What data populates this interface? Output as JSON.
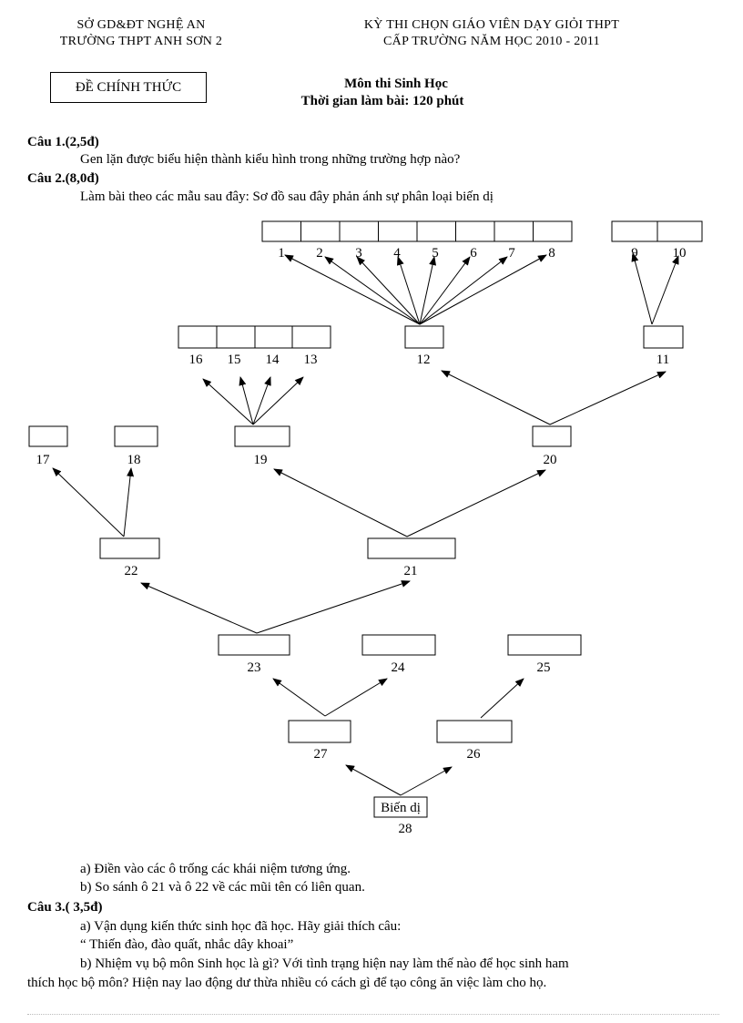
{
  "header": {
    "left_line1": "SỞ GD&ĐT NGHỆ AN",
    "left_line2": "TRƯỜNG THPT ANH SƠN 2",
    "right_line1": "KỲ THI CHỌN GIÁO VIÊN DẠY GIỎI THPT",
    "right_line2": "CẤP TRƯỜNG NĂM HỌC 2010 - 2011",
    "stamp": "ĐỀ CHÍNH THỨC",
    "subject": "Môn thi Sinh Học",
    "time": "Thời gian làm bài: 120 phút"
  },
  "q1": {
    "title": "Câu 1.(2,5đ)",
    "text": "Gen lặn được biểu hiện thành kiểu hình trong những trường hợp nào?"
  },
  "q2": {
    "title": "Câu 2.(8,0đ)",
    "intro": "Làm bài theo các mẫu sau đây: Sơ đồ sau đây phản ánh sự phân loại biến dị",
    "a": "a) Điền vào các ô trống các khái niệm tương ứng.",
    "b": "b) So sánh ô 21 và ô 22 về các mũi tên có liên quan."
  },
  "q3": {
    "title": "Câu 3.( 3,5đ)",
    "a": "a) Vận dụng kiến thức sinh học đã học. Hãy giải thích câu:",
    "quote": "“ Thiến đào, đào quất, nhắc dây khoai”",
    "b_line1": "b) Nhiệm vụ bộ môn Sinh học là gì? Với tình trạng hiện nay làm thế nào để học sinh ham",
    "b_line2": "thích học bộ môn? Hiện nay lao động dư thừa nhiều có cách gì để tạo công ăn việc làm cho họ."
  },
  "diagram": {
    "root_text": "Biến dị",
    "labels": {
      "n1": "1",
      "n2": "2",
      "n3": "3",
      "n4": "4",
      "n5": "5",
      "n6": "6",
      "n7": "7",
      "n8": "8",
      "n9": "9",
      "n10": "10",
      "n11": "11",
      "n12": "12",
      "n13": "13",
      "n14": "14",
      "n15": "15",
      "n16": "16",
      "n17": "17",
      "n18": "18",
      "n19": "19",
      "n20": "20",
      "n21": "21",
      "n22": "22",
      "n23": "23",
      "n24": "24",
      "n25": "25",
      "n26": "26",
      "n27": "27",
      "n28": "28"
    }
  }
}
